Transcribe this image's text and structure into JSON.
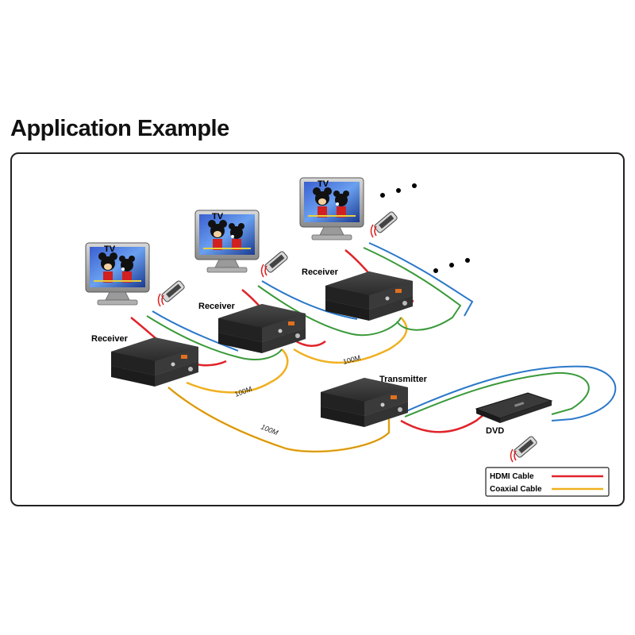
{
  "title": "Application Example",
  "devices": {
    "tv_label": "TV",
    "receiver_label": "Receiver",
    "transmitter_label": "Transmitter",
    "dvd_label": "DVD"
  },
  "distances": {
    "rx1_to_rx2": "100M",
    "rx2_to_rx3": "100M",
    "rx1_to_tx": "100M"
  },
  "legend": {
    "hdmi_label": "HDMI Cable",
    "coax_label": "Coaxial Cable"
  },
  "colors": {
    "hdmi": "#e0242a",
    "coax": "#f0b020",
    "ir_green": "#3a9a3a",
    "ir_blue": "#2a78c8"
  }
}
